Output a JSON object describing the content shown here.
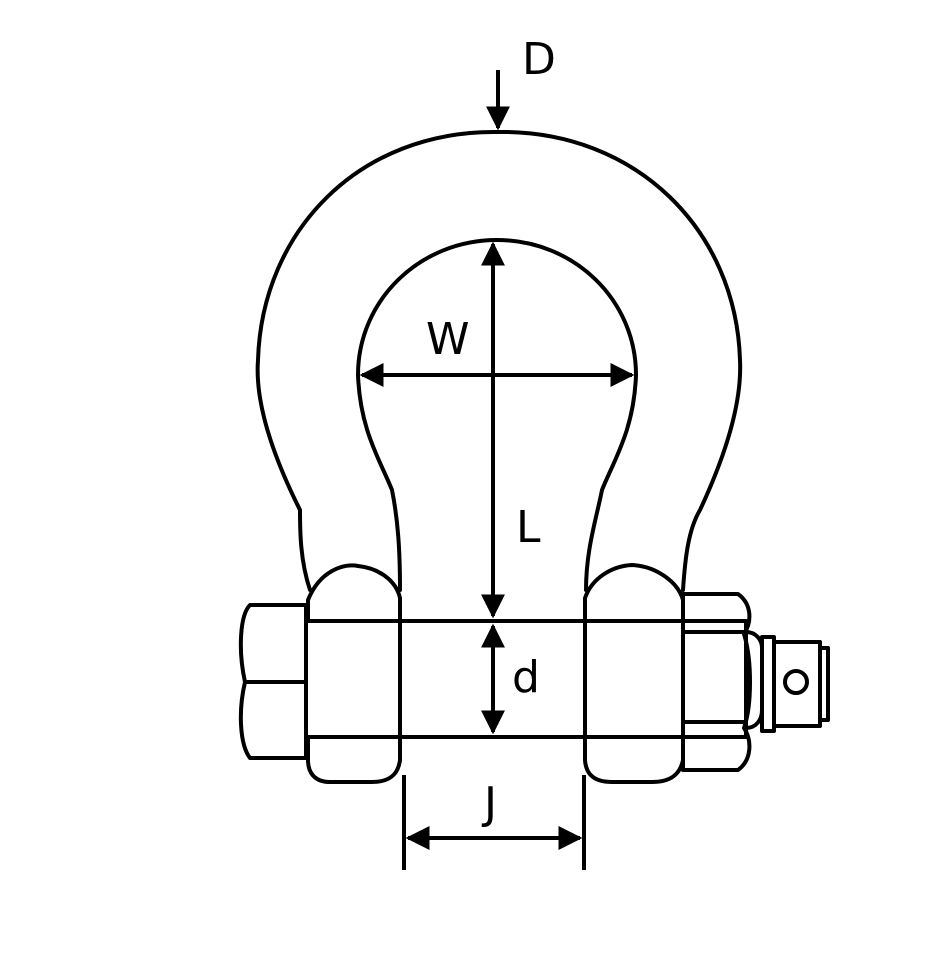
{
  "diagram": {
    "labels": {
      "D": "D",
      "W": "W",
      "L": "L",
      "d": "d",
      "J": "J"
    },
    "colors": {
      "stroke": "#000000",
      "background": "#ffffff"
    }
  }
}
